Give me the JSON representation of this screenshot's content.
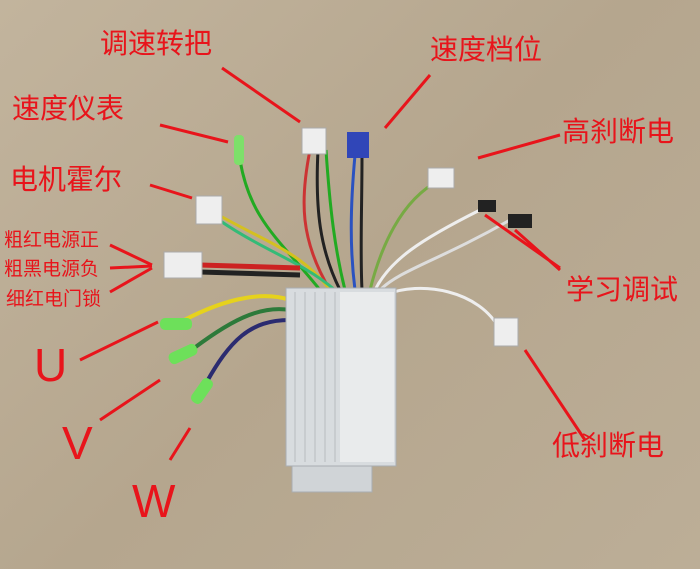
{
  "labels": {
    "throttle": "调速转把",
    "speed_gear": "速度档位",
    "speedometer": "速度仪表",
    "high_brake": "高刹断电",
    "motor_hall": "电机霍尔",
    "thick_red": "粗红电源正",
    "thick_black": "粗黑电源负",
    "thin_red": "细红电门锁",
    "learn": "学习调试",
    "low_brake": "低刹断电",
    "phase_u": "U",
    "phase_v": "V",
    "phase_w": "W"
  },
  "colors": {
    "label": "#e8141b",
    "arrow": "#e8141b",
    "controller": "#d8dcdf"
  }
}
